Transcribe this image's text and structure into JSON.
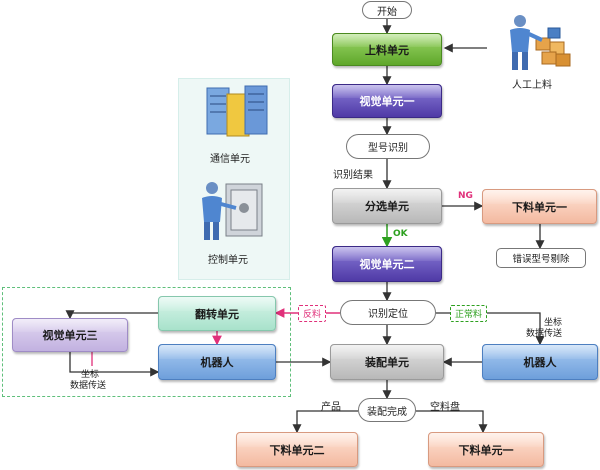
{
  "nodes": {
    "start": "开始",
    "loading": "上料单元",
    "vision1": "视觉单元一",
    "model_recog": "型号识别",
    "sorting": "分选单元",
    "unload1_ng": "下料单元一",
    "wrong_model": "错误型号剔除",
    "vision2": "视觉单元二",
    "recog_locate": "识别定位",
    "flip": "翻转单元",
    "vision3": "视觉单元三",
    "robot_left": "机器人",
    "assembly": "装配单元",
    "robot_right": "机器人",
    "assembly_done": "装配完成",
    "unload2": "下料单元二",
    "unload1_bottom": "下料单元一"
  },
  "labels": {
    "manual_loading": "人工上料",
    "comm_unit": "通信单元",
    "ctrl_unit": "控制单元",
    "recog_result": "识别结果",
    "ng": "NG",
    "ok": "OK",
    "reverse": "反料",
    "normal": "正常料",
    "coord_left_1": "坐标",
    "coord_left_2": "数据传送",
    "coord_right_1": "坐标",
    "coord_right_2": "数据传送",
    "product": "产品",
    "empty_tray": "空料盘"
  },
  "colors": {
    "green": "#5fa72a",
    "purple": "#4f3aa6",
    "grey": "#b8b8b8",
    "peach": "#f3b9a0",
    "mint": "#a8e2cb",
    "blue": "#6e9fdb",
    "lavender": "#c2b1e0",
    "accent_red": "#e0307a",
    "accent_green": "#2da01f"
  },
  "icons": [
    "worker-loading-icon",
    "server-rack-icon",
    "control-cabinet-worker-icon"
  ]
}
